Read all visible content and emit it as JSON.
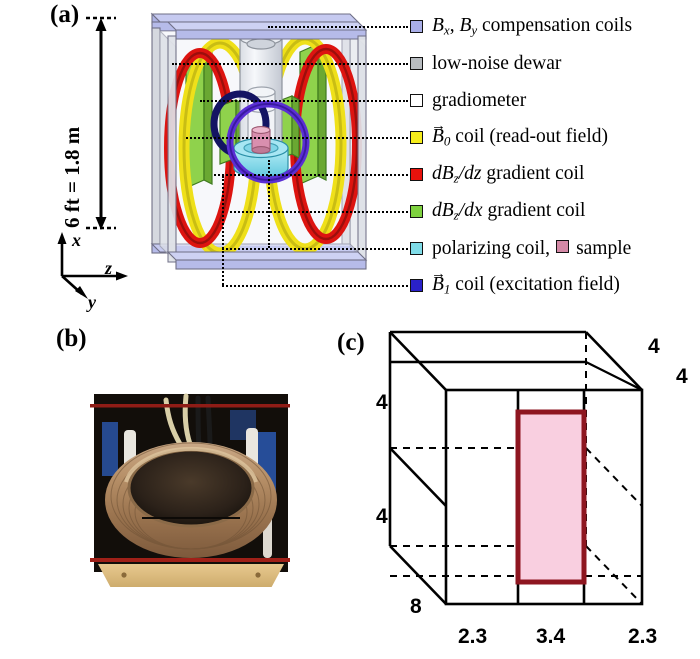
{
  "figure": {
    "panels": [
      {
        "id": "a",
        "label": "(a)"
      },
      {
        "id": "b",
        "label": "(b)"
      },
      {
        "id": "c",
        "label": "(c)"
      }
    ]
  },
  "panel_a": {
    "scale_label": "6 ft = 1.8 m",
    "axes": {
      "x": "x",
      "y": "y",
      "z": "z"
    },
    "legend": [
      {
        "key": "compensation-coils",
        "color": "#a9aee8",
        "label_plain": "Bx, By compensation coils"
      },
      {
        "key": "low-noise-dewar",
        "color": "#b8bcc0",
        "label_plain": "low-noise dewar"
      },
      {
        "key": "gradiometer",
        "color": "#ffffff",
        "label_plain": "gradiometer"
      },
      {
        "key": "b0-coil",
        "color": "#f6ed1b",
        "label_plain": "B0 coil (read-out field)"
      },
      {
        "key": "dbz-dz-gradient-coil",
        "color": "#e8120c",
        "label_plain": "dBz/dz gradient coil"
      },
      {
        "key": "dbz-dx-gradient-coil",
        "color": "#7ed13f",
        "label_plain": "dBz/dx gradient coil"
      },
      {
        "key": "polarizing-coil",
        "color": "#7fdce8",
        "label_plain": "polarizing coil,"
      },
      {
        "key": "sample",
        "color": "#d489a6",
        "label_plain": "sample"
      },
      {
        "key": "b1-coil",
        "color": "#2a21c9",
        "label_plain": "B1 coil (excitation field)"
      }
    ]
  },
  "panel_c": {
    "dimensions": {
      "top_right_upper": "4",
      "top_right_lower": "4",
      "left_upper": "4",
      "left_lower": "4",
      "bottom_left_depth": "8",
      "bottom_left": "2.3",
      "bottom_center": "3.4",
      "bottom_right": "2.3"
    },
    "sample_region_color": "#f9cfe0",
    "sample_region_border": "#8e1620"
  }
}
